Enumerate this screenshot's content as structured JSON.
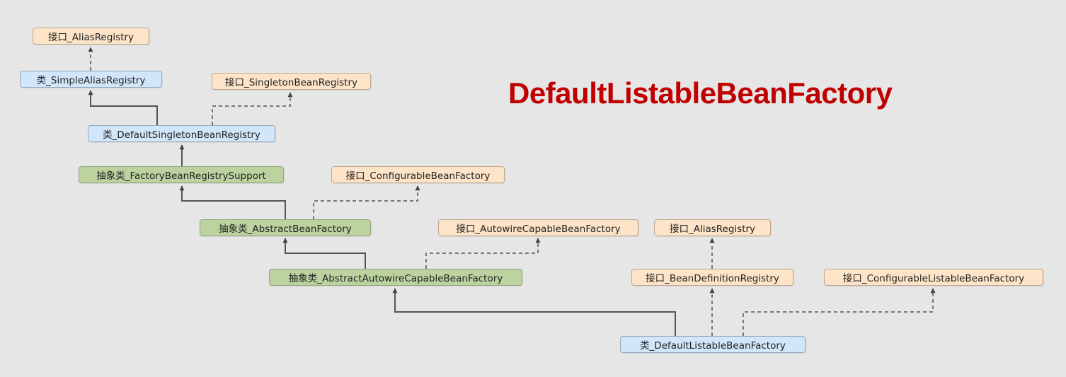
{
  "title": "DefaultListableBeanFactory",
  "colors": {
    "interface": "#fde4c8",
    "class": "#d2e6fa",
    "abstract_class": "#bcd3a0",
    "title": "#c00000"
  },
  "nodes": {
    "alias_registry_top": "接口_AliasRegistry",
    "simple_alias_registry": "类_SimpleAliasRegistry",
    "singleton_bean_registry": "接口_SingletonBeanRegistry",
    "default_singleton_bean_registry": "类_DefaultSingletonBeanRegistry",
    "factory_bean_registry_support": "抽象类_FactoryBeanRegistrySupport",
    "configurable_bean_factory": "接口_ConfigurableBeanFactory",
    "abstract_bean_factory": "抽象类_AbstractBeanFactory",
    "autowire_capable_bean_factory": "接口_AutowireCapableBeanFactory",
    "alias_registry_right": "接口_AliasRegistry",
    "abstract_autowire_capable_bean_factory": "抽象类_AbstractAutowireCapableBeanFactory",
    "bean_definition_registry": "接口_BeanDefinitionRegistry",
    "configurable_listable_bean_factory": "接口_ConfigurableListableBeanFactory",
    "default_listable_bean_factory": "类_DefaultListableBeanFactory"
  }
}
